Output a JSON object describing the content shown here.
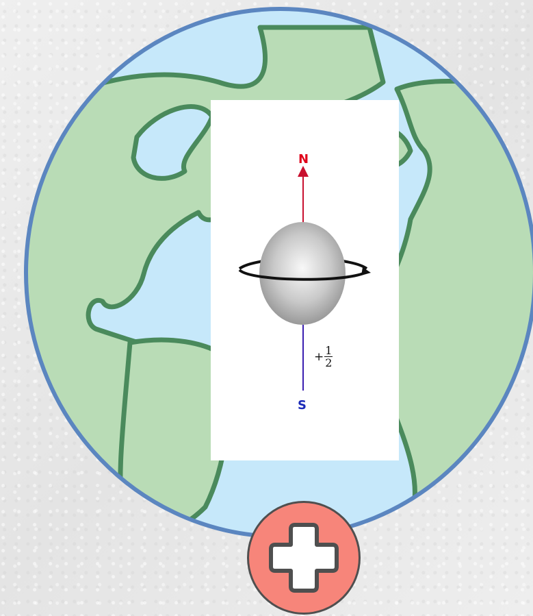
{
  "diagram": {
    "north_label": "N",
    "south_label": "S",
    "spin_sign": "+",
    "spin_numerator": "1",
    "spin_denominator": "2"
  },
  "colors": {
    "ocean": "#c6e8fa",
    "land": "#b9dcb6",
    "globe_outline": "#5b86c0",
    "coast": "#4a8a5c",
    "north_arrow": "#c8102e",
    "south_line": "#3a1eb0",
    "button_fill": "#f7857a",
    "button_border": "#4f4f4f"
  },
  "icons": {
    "background": "globe-icon",
    "button": "plus-icon"
  }
}
